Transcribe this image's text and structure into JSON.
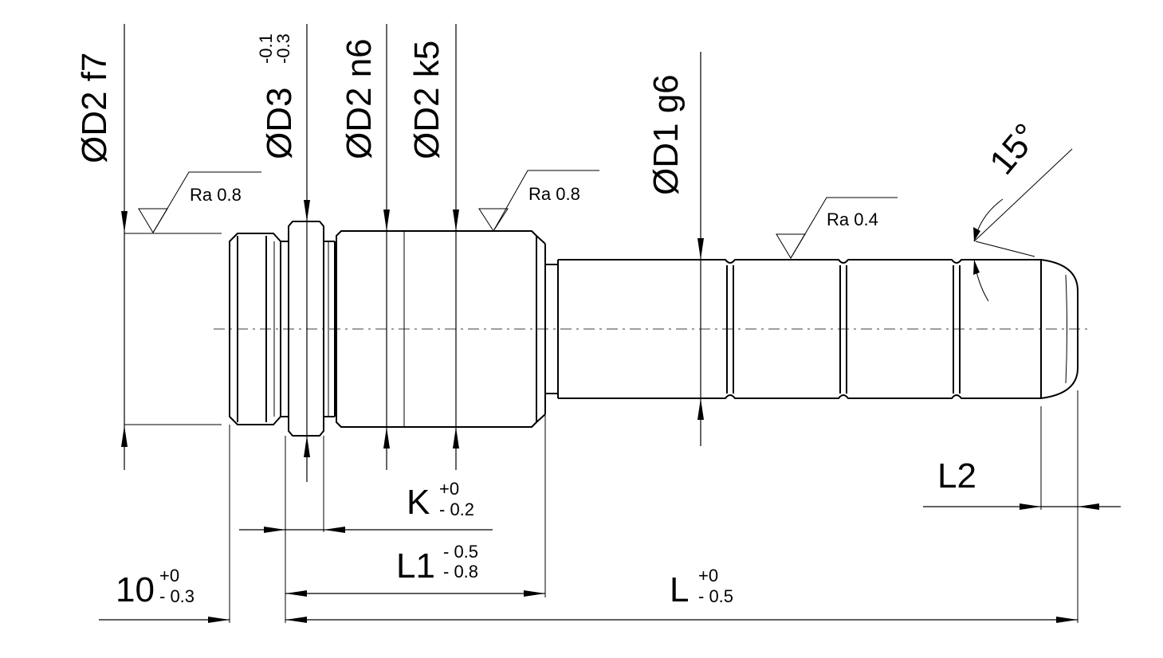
{
  "labels": {
    "d2_f7": "ØD2 f7",
    "d3_main": "ØD3",
    "d3_upper_tol": "-0.1",
    "d3_lower_tol": "-0.3",
    "d2_n6": "ØD2 n6",
    "d2_k5": "ØD2 k5",
    "d1_g6": "ØD1 g6",
    "angle": "15°",
    "k_main": "K",
    "k_upper_tol": "+0",
    "k_lower_tol": "- 0.2",
    "l1_main": "L1",
    "l1_upper_tol": "- 0.5",
    "l1_lower_tol": "- 0.8",
    "ten_main": "10",
    "ten_upper_tol": "+0",
    "ten_lower_tol": "- 0.3",
    "l_main": "L",
    "l_upper_tol": "+0",
    "l_lower_tol": "- 0.5",
    "l2": "L2"
  },
  "surface_finish": {
    "left": "Ra 0.8",
    "middle": "Ra 0.8",
    "right": "Ra 0.4"
  }
}
